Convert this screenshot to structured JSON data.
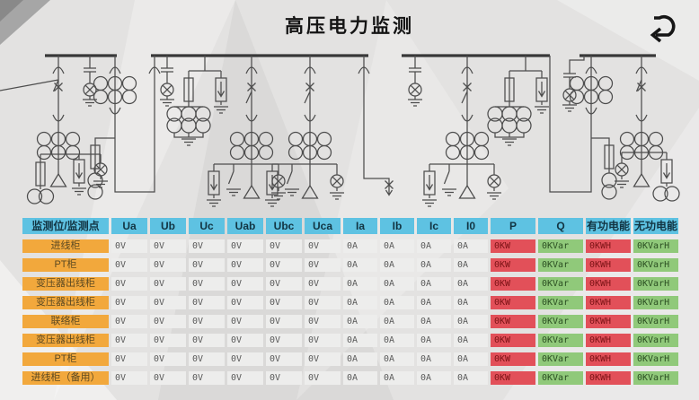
{
  "title": "高压电力监测",
  "icons": {
    "back": "return-arrow"
  },
  "colors": {
    "header_bg": "#5ec2e2",
    "row_label_bg": "#f2a83c",
    "value_bg": "#ededec",
    "active_power_bg": "#e25059",
    "reactive_power_bg": "#90c97a"
  },
  "table": {
    "corner_header": "监测位/监测点",
    "columns": [
      "Ua",
      "Ub",
      "Uc",
      "Uab",
      "Ubc",
      "Uca",
      "Ia",
      "Ib",
      "Ic",
      "I0",
      "P",
      "Q",
      "有功电能",
      "无功电能"
    ],
    "column_types": [
      "gray",
      "gray",
      "gray",
      "gray",
      "gray",
      "gray",
      "gray",
      "gray",
      "gray",
      "gray",
      "red",
      "green",
      "red",
      "green"
    ],
    "rows": [
      {
        "label": "进线柜",
        "values": [
          "0V",
          "0V",
          "0V",
          "0V",
          "0V",
          "0V",
          "0A",
          "0A",
          "0A",
          "0A",
          "0KW",
          "0KVar",
          "0KWH",
          "0KVarH"
        ]
      },
      {
        "label": "PT柜",
        "values": [
          "0V",
          "0V",
          "0V",
          "0V",
          "0V",
          "0V",
          "0A",
          "0A",
          "0A",
          "0A",
          "0KW",
          "0KVar",
          "0KWH",
          "0KVarH"
        ]
      },
      {
        "label": "变压器出线柜",
        "values": [
          "0V",
          "0V",
          "0V",
          "0V",
          "0V",
          "0V",
          "0A",
          "0A",
          "0A",
          "0A",
          "0KW",
          "0KVar",
          "0KWH",
          "0KVarH"
        ]
      },
      {
        "label": "变压器出线柜",
        "values": [
          "0V",
          "0V",
          "0V",
          "0V",
          "0V",
          "0V",
          "0A",
          "0A",
          "0A",
          "0A",
          "0KW",
          "0KVar",
          "0KWH",
          "0KVarH"
        ]
      },
      {
        "label": "联络柜",
        "values": [
          "0V",
          "0V",
          "0V",
          "0V",
          "0V",
          "0V",
          "0A",
          "0A",
          "0A",
          "0A",
          "0KW",
          "0KVar",
          "0KWH",
          "0KVarH"
        ]
      },
      {
        "label": "变压器出线柜",
        "values": [
          "0V",
          "0V",
          "0V",
          "0V",
          "0V",
          "0V",
          "0A",
          "0A",
          "0A",
          "0A",
          "0KW",
          "0KVar",
          "0KWH",
          "0KVarH"
        ]
      },
      {
        "label": "PT柜",
        "values": [
          "0V",
          "0V",
          "0V",
          "0V",
          "0V",
          "0V",
          "0A",
          "0A",
          "0A",
          "0A",
          "0KW",
          "0KVar",
          "0KWH",
          "0KVarH"
        ]
      },
      {
        "label": "进线柜（备用）",
        "values": [
          "0V",
          "0V",
          "0V",
          "0V",
          "0V",
          "0V",
          "0A",
          "0A",
          "0A",
          "0A",
          "0KW",
          "0KVar",
          "0KWH",
          "0KVarH"
        ]
      }
    ]
  }
}
